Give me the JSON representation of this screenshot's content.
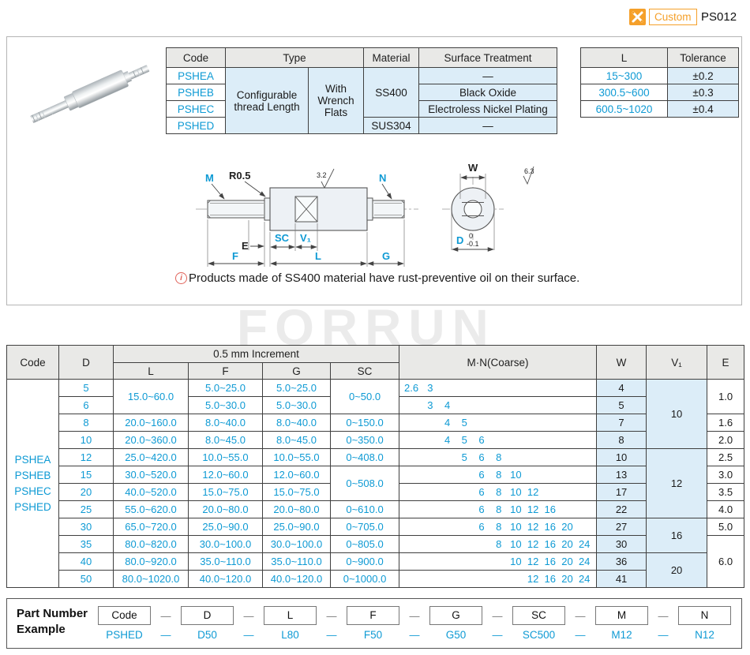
{
  "page": {
    "part_code": "PS012",
    "custom_label": "Custom",
    "watermark": "FORRUN"
  },
  "spec_table": {
    "headers": {
      "code": "Code",
      "type": "Type",
      "material": "Material",
      "surface": "Surface Treatment"
    },
    "codes": [
      "PSHEA",
      "PSHEB",
      "PSHEC",
      "PSHED"
    ],
    "type_col1": "Configurable thread Length",
    "type_col2": "With Wrench Flats",
    "materials": [
      {
        "v": "SS400",
        "span": 3
      },
      {
        "v": "SUS304",
        "span": 1
      }
    ],
    "surface_treatments": [
      "—",
      "Black Oxide",
      "Electroless Nickel Plating",
      "—"
    ]
  },
  "tolerance_table": {
    "headers": {
      "l": "L",
      "tolerance": "Tolerance"
    },
    "rows": [
      [
        "15~300",
        "±0.2"
      ],
      [
        "300.5~600",
        "±0.3"
      ],
      [
        "600.5~1020",
        "±0.4"
      ]
    ]
  },
  "drawing": {
    "labels": {
      "m": "M",
      "r": "R0.5",
      "finish_body": "3.2",
      "n": "N",
      "e": "E",
      "sc": "SC",
      "v1": "V₁",
      "f": "F",
      "l": "L",
      "g": "G",
      "w": "W",
      "d": "D",
      "d_tol_upper": "0",
      "d_tol_lower": "-0.1",
      "finish_end": "6.3"
    }
  },
  "note": {
    "text": "Products made of SS400 material have rust-preventive oil on their surface."
  },
  "main_table": {
    "header": {
      "code": "Code",
      "d": "D",
      "increment": "0.5 mm Increment",
      "l": "L",
      "f": "F",
      "g": "G",
      "sc": "SC",
      "mn": "M·N(Coarse)",
      "w": "W",
      "v1": "V₁",
      "e": "E"
    },
    "codes": [
      "PSHEA",
      "PSHEB",
      "PSHEC",
      "PSHED"
    ],
    "d": [
      "5",
      "6",
      "8",
      "10",
      "12",
      "15",
      "20",
      "25",
      "30",
      "35",
      "40",
      "50"
    ],
    "l": [
      {
        "v": "15.0~60.0",
        "span": 2
      },
      {
        "v": "20.0~160.0"
      },
      {
        "v": "20.0~360.0"
      },
      {
        "v": "25.0~420.0"
      },
      {
        "v": "30.0~520.0"
      },
      {
        "v": "40.0~520.0"
      },
      {
        "v": "55.0~620.0"
      },
      {
        "v": "65.0~720.0"
      },
      {
        "v": "80.0~820.0"
      },
      {
        "v": "80.0~920.0"
      },
      {
        "v": "80.0~1020.0"
      }
    ],
    "f": [
      "5.0~25.0",
      "5.0~30.0",
      "8.0~40.0",
      "8.0~45.0",
      "10.0~55.0",
      "12.0~60.0",
      "15.0~75.0",
      "20.0~80.0",
      "25.0~90.0",
      "30.0~100.0",
      "35.0~110.0",
      "40.0~120.0"
    ],
    "g": [
      "5.0~25.0",
      "5.0~30.0",
      "8.0~40.0",
      "8.0~45.0",
      "10.0~55.0",
      "12.0~60.0",
      "15.0~75.0",
      "20.0~80.0",
      "25.0~90.0",
      "30.0~100.0",
      "35.0~110.0",
      "40.0~120.0"
    ],
    "sc": [
      {
        "v": "0~50.0",
        "span": 2
      },
      {
        "v": "0~150.0"
      },
      {
        "v": "0~350.0"
      },
      {
        "v": "0~408.0"
      },
      {
        "v": "0~508.0",
        "span": 2
      },
      {
        "v": "0~610.0"
      },
      {
        "v": "0~705.0"
      },
      {
        "v": "0~805.0"
      },
      {
        "v": "0~900.0"
      },
      {
        "v": "0~1000.0"
      }
    ],
    "mn_slots": [
      "2.6",
      "3",
      "4",
      "5",
      "6",
      "8",
      "10",
      "12",
      "16",
      "20",
      "24"
    ],
    "mn": [
      {
        "start": 0,
        "values": [
          "2.6",
          "3"
        ]
      },
      {
        "start": 1,
        "values": [
          "3",
          "4"
        ]
      },
      {
        "start": 2,
        "values": [
          "4",
          "5"
        ]
      },
      {
        "start": 2,
        "values": [
          "4",
          "5",
          "6"
        ]
      },
      {
        "start": 3,
        "values": [
          "5",
          "6",
          "8"
        ]
      },
      {
        "start": 4,
        "values": [
          "6",
          "8",
          "10"
        ]
      },
      {
        "start": 4,
        "values": [
          "6",
          "8",
          "10",
          "12"
        ]
      },
      {
        "start": 4,
        "values": [
          "6",
          "8",
          "10",
          "12",
          "16"
        ]
      },
      {
        "start": 4,
        "values": [
          "6",
          "8",
          "10",
          "12",
          "16",
          "20"
        ]
      },
      {
        "start": 5,
        "values": [
          "8",
          "10",
          "12",
          "16",
          "20",
          "24"
        ]
      },
      {
        "start": 6,
        "values": [
          "10",
          "12",
          "16",
          "20",
          "24"
        ]
      },
      {
        "start": 7,
        "values": [
          "12",
          "16",
          "20",
          "24"
        ]
      }
    ],
    "w": [
      "4",
      "5",
      "7",
      "8",
      "10",
      "13",
      "17",
      "22",
      "27",
      "30",
      "36",
      "41"
    ],
    "v1": [
      {
        "v": "10",
        "span": 4
      },
      {
        "v": "12",
        "span": 4
      },
      {
        "v": "16",
        "span": 2
      },
      {
        "v": "20",
        "span": 2
      }
    ],
    "e": [
      {
        "v": "1.0",
        "span": 2
      },
      {
        "v": "1.6"
      },
      {
        "v": "2.0"
      },
      {
        "v": "2.5"
      },
      {
        "v": "3.0"
      },
      {
        "v": "3.5"
      },
      {
        "v": "4.0"
      },
      {
        "v": "5.0"
      },
      {
        "v": "6.0",
        "span": 3
      }
    ]
  },
  "part_number_example": {
    "title_line1": "Part Number",
    "title_line2": "Example",
    "fields": [
      {
        "label": "Code",
        "value": "PSHED"
      },
      {
        "label": "D",
        "value": "D50"
      },
      {
        "label": "L",
        "value": "L80"
      },
      {
        "label": "F",
        "value": "F50"
      },
      {
        "label": "G",
        "value": "G50"
      },
      {
        "label": "SC",
        "value": "SC500"
      },
      {
        "label": "M",
        "value": "M12"
      },
      {
        "label": "N",
        "value": "N12"
      }
    ]
  },
  "colors": {
    "accent_blue": "#0e9ad4",
    "light_blue_bg": "#dcedf8",
    "header_gray": "#e9e9e7",
    "orange": "#f5a02a"
  }
}
